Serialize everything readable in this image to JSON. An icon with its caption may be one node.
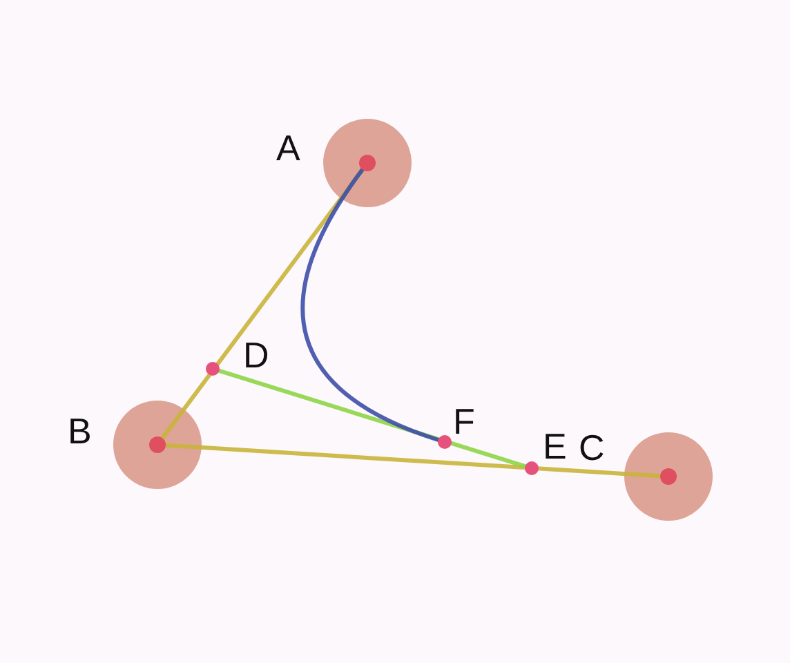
{
  "diagram": {
    "nodes": [
      {
        "text": [],
        "shape": "circle",
        "beside": [
          "A"
        ]
      },
      {
        "text": [],
        "shape": "circle",
        "beside": [
          "B"
        ]
      },
      {
        "text": [],
        "shape": "circle",
        "beside": [
          "C"
        ]
      },
      {
        "text": [],
        "shape": "circle",
        "beside": [
          "D"
        ]
      },
      {
        "text": [],
        "shape": "circle",
        "beside": [
          "E"
        ]
      },
      {
        "text": [],
        "shape": "circle",
        "beside": [
          "F"
        ]
      }
    ],
    "edges": [
      {
        "from": 0,
        "to": 1,
        "arrow": "none"
      },
      {
        "from": 1,
        "to": 2,
        "arrow": "none"
      },
      {
        "from": 3,
        "to": 4,
        "arrow": "none",
        "color": "#8fd448"
      },
      {
        "from": 0,
        "to": 5,
        "arrow": "none",
        "color": "#3e4ea8"
      }
    ]
  }
}
